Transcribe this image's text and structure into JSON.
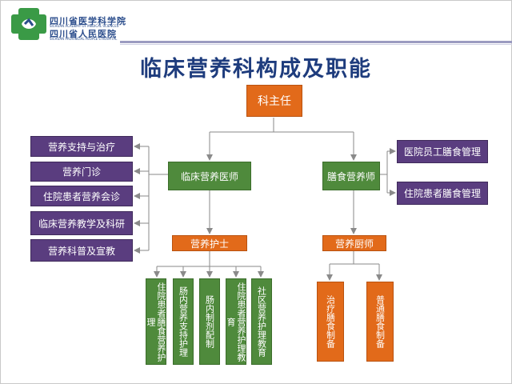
{
  "logo": {
    "line1": "四川省医学科学院",
    "line2": "四川省人民医院",
    "sub1": "SICHUAN ACADEMY OF MEDICAL SCIENCES",
    "sub2": "SICHUAN PROVINCIAL PEOPLE'S HOSPITAL"
  },
  "title": "临床营养科构成及职能",
  "org": {
    "director": "科主任",
    "physician": "临床营养医师",
    "dietitian": "膳食营养师",
    "nurse": "营养护士",
    "chef": "营养厨师",
    "physician_duties": [
      "营养支持与治疗",
      "营养门诊",
      "住院患者营养会诊",
      "临床营养教学及科研",
      "营养科普及宣教"
    ],
    "dietitian_duties": [
      "医院员工膳食管理",
      "住院患者膳食管理"
    ],
    "nurse_duties": [
      "住院患者膳食营养护理",
      "肠内营养支持护理",
      "肠内制剂配制",
      "住院患者营养护理教育",
      "社区营养护理教育"
    ],
    "chef_duties": [
      "治疗膳食制备",
      "普通膳食制备"
    ]
  },
  "colors": {
    "title": "#1e3c7d",
    "purple": "#5a3d7f",
    "green": "#4f8a3c",
    "orange": "#e26a1a"
  }
}
